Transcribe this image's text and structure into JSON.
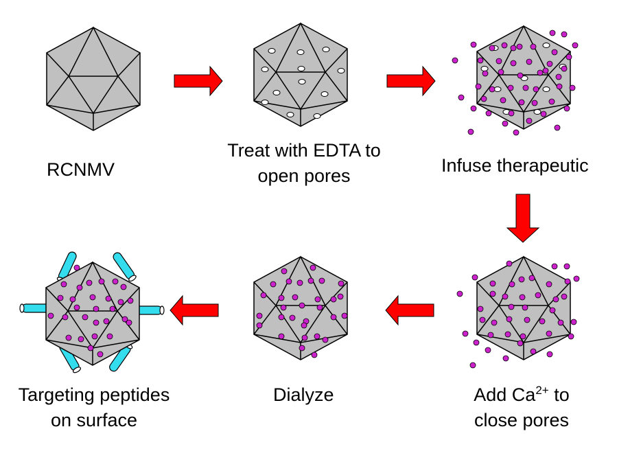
{
  "labels": {
    "step1": "RCNMV",
    "step2_line1": "Treat with EDTA to",
    "step2_line2": "open pores",
    "step3": "Infuse therapeutic",
    "step4_line1_pre": "Add Ca",
    "step4_line1_sup": "2+",
    "step4_line1_post": " to",
    "step4_line2": "close pores",
    "step5": "Dialyze",
    "step6_line1": "Targeting peptides",
    "step6_line2": "on surface"
  },
  "colors": {
    "capsid_fill": "#c0c0c0",
    "capsid_stroke": "#000000",
    "arrow": "#ff0000",
    "payload_dot": "#cc22cc",
    "pore": "#ffffff",
    "peptide": "#33ddee"
  },
  "icons": {
    "virus": "icosahedral-capsid",
    "arrow": "block-arrow",
    "payload": "magenta-dot",
    "peptide": "cyan-rod"
  }
}
